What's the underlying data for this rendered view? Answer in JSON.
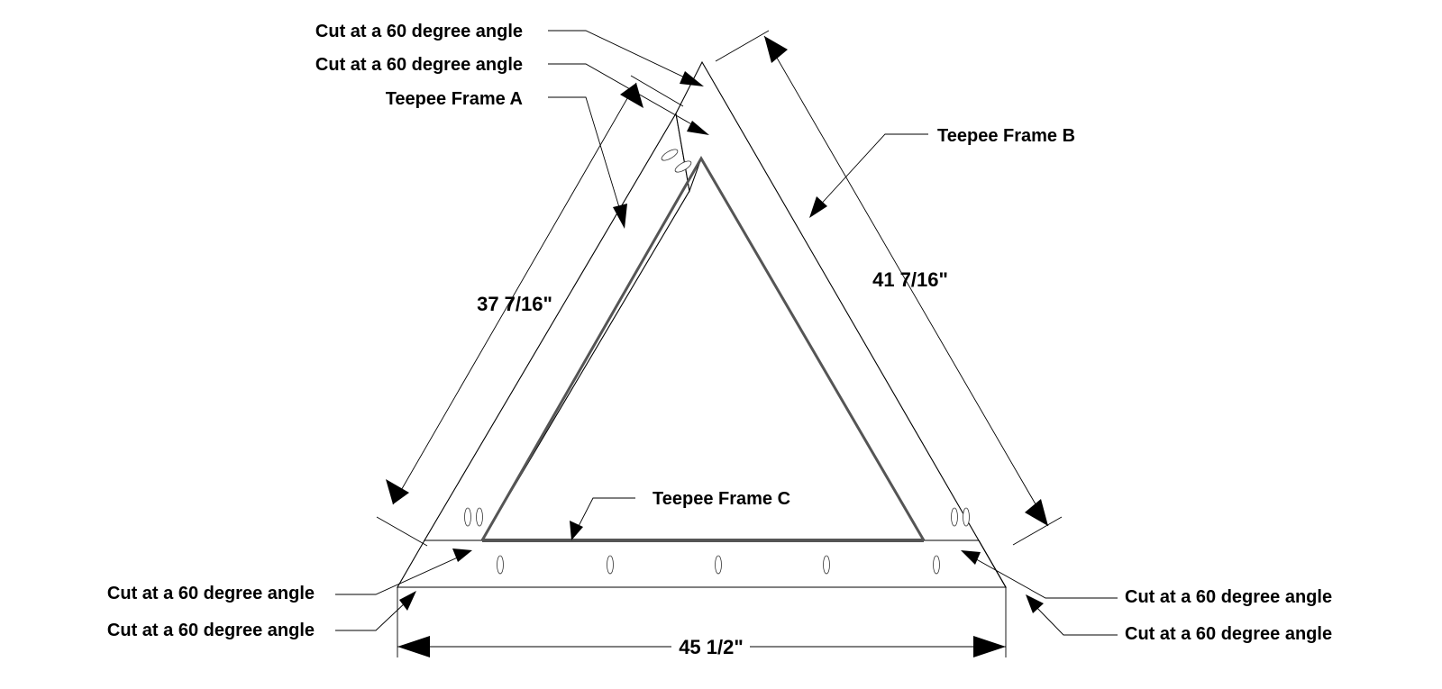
{
  "labels": {
    "cut_top_1": "Cut at a 60 degree angle",
    "cut_top_2": "Cut at a 60 degree angle",
    "frame_a": "Teepee Frame A",
    "frame_b": "Teepee Frame B",
    "frame_c": "Teepee Frame C",
    "cut_bottom_left_1": "Cut at a 60 degree angle",
    "cut_bottom_left_2": "Cut at a 60 degree angle",
    "cut_bottom_right_1": "Cut at a 60 degree angle",
    "cut_bottom_right_2": "Cut at a 60 degree angle"
  },
  "dimensions": {
    "frame_a_length": "37 7/16\"",
    "frame_b_length": "41 7/16\"",
    "frame_c_length": "45 1/2\""
  },
  "colors": {
    "line": "#000000",
    "inner_edge": "#555555",
    "background": "#ffffff"
  }
}
